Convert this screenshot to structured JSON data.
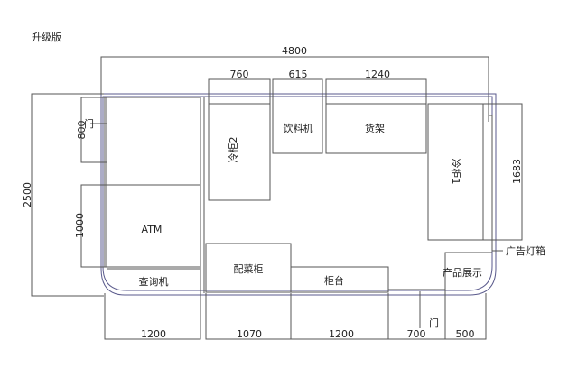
{
  "title": "升级版",
  "dimensions": {
    "total_width": "4800",
    "total_depth": "2500",
    "fridge2_width": "760",
    "drink_machine_width": "615",
    "shelf_width": "1240",
    "door_left_width": "800",
    "atm_depth": "1000",
    "fridge1_depth": "1683",
    "bottom": [
      "1200",
      "1070",
      "1200",
      "700",
      "500"
    ]
  },
  "labels": {
    "door_left": "门",
    "atm": "ATM",
    "fridge2": "冷柜2",
    "drink_machine": "饮料机",
    "shelf": "货架",
    "fridge1": "冷柜1",
    "lightbox": "广告灯箱",
    "display": "产品展示",
    "side_cabinet": "配菜柜",
    "counter": "柜台",
    "kiosk": "查询机",
    "door_bottom": "门"
  }
}
